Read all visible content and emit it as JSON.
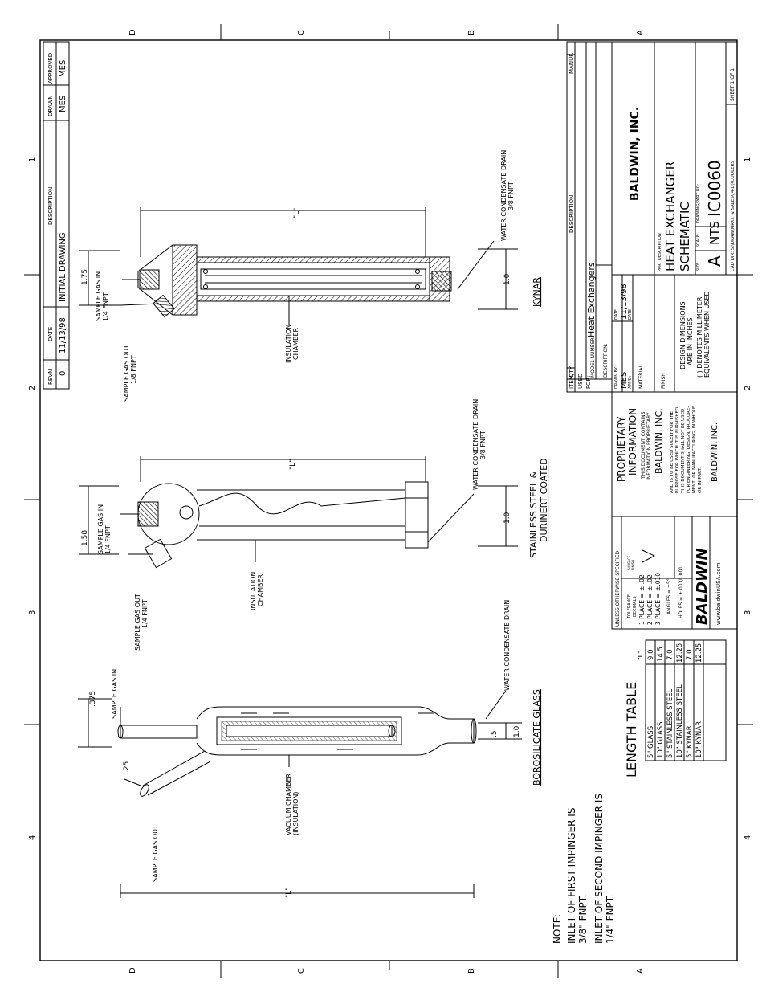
{
  "zones": {
    "border_top": [
      "D",
      "C",
      "B",
      "A"
    ],
    "border_bottom": [
      "D",
      "C",
      "B",
      "A"
    ],
    "border_left": [
      "1",
      "2",
      "3",
      "4"
    ],
    "border_right": [
      "1",
      "2",
      "3",
      "4"
    ]
  },
  "revision_block": {
    "headers": {
      "rev": "REVΝ",
      "date": "DATE",
      "description": "DESCRIPTION",
      "drawn": "DRAWN",
      "approved": "APPROVED"
    },
    "rows": [
      {
        "rev": "0",
        "date": "11/13/98",
        "description": "INITIAL DRAWING",
        "drawn": "MES",
        "approved": "MES"
      }
    ]
  },
  "views": {
    "kynar": {
      "title": "KYNAR",
      "gas_in": [
        "SAMPLE GAS IN",
        "1/4 FNPT"
      ],
      "gas_out": [
        "SAMPLE GAS OUT",
        "1/8 FNPT"
      ],
      "chamber": [
        "INSULATION",
        "CHAMBER"
      ],
      "drain": [
        "WATER CONDENSATE DRAIN",
        "3/8 FNPT"
      ],
      "dim_offset": "1.75",
      "dim_dia": "1.0",
      "dim_length": "\"L\""
    },
    "steel": {
      "title": [
        "STAINLESS STEEL &",
        "DURINERT COATED"
      ],
      "gas_in": [
        "SAMPLE GAS IN",
        "1/4 FNPT"
      ],
      "gas_out": [
        "SAMPLE GAS OUT",
        "1/4 FNPT"
      ],
      "chamber": [
        "INSULATION",
        "CHAMBER"
      ],
      "drain": [
        "WATER CONDENSATE DRAIN",
        "3/8 FNPT"
      ],
      "dim_offset": "1.58",
      "dim_dia": "1.0",
      "dim_length": "\"L\""
    },
    "glass": {
      "title": "BOROSILICATE GLASS",
      "gas_in": "SAMPLE GAS IN",
      "gas_out": "SAMPLE GAS OUT",
      "chamber": [
        "VACUUM CHAMBER",
        "(INSULATION)"
      ],
      "drain": "WATER CONDENSATE DRAIN",
      "dim_inlet": ".375",
      "dim_outlet": ".25",
      "dim_drain": ".5",
      "dim_dia": "1.0",
      "dim_length": "\"L\""
    }
  },
  "length_table": {
    "title": "LENGTH TABLE",
    "header": "\"L\"",
    "rows": [
      {
        "name": "5\" GLASS",
        "value": "9.0"
      },
      {
        "name": "10\" GLASS",
        "value": "14.5"
      },
      {
        "name": "5\" STAINLESS STEEL",
        "value": "7.0"
      },
      {
        "name": "10\" STAINLESS STEEL",
        "value": "12.25"
      },
      {
        "name": "5\" KYNAR",
        "value": "7.0"
      },
      {
        "name": "10\" KYNAR",
        "value": "12.25"
      }
    ]
  },
  "note": {
    "title": "NOTE:",
    "lines": [
      "INLET OF FIRST IMPINGER IS",
      "3/8\" FNPT.",
      "INLET OF SECOND IMPINGER IS",
      "1/4\" FNPT."
    ]
  },
  "tolerance_block": {
    "title": "UNLESS OTHERWISE SPECIFIED",
    "tol_header": [
      "TOLERANCE",
      "DECIMALS"
    ],
    "lines": [
      "1 PLACE = ± .02",
      "2 PLACE = ± .02",
      "3 PLACE = ±.010"
    ],
    "angles": "ANGLES = ±5°",
    "holes": "HOLES = +.003/-.001",
    "finish_note": [
      "SURFACE",
      "FINISH"
    ],
    "logo": "BALDWIN",
    "website": "www.baldwinUSA.com"
  },
  "proprietary": {
    "title": [
      "PROPRIETARY",
      "INFORMATION"
    ],
    "lines": [
      "THIS DOCUMENT CONTAINS",
      "INFORMATION PROPRIETARY"
    ],
    "company": "BALDWIN, INC.",
    "body": [
      "AND IS TO BE USED SOLELY FOR THE",
      "PURPOSE FOR WHICH IT IS FURNISHED",
      "THIS DOCUMENT SHALL NOT BE USED",
      "FOR ENGINEERING, DESIGN, PROCURE-",
      "MENT, OR MANUFACTURING, IN WHOLE",
      "OR IN PART."
    ],
    "footer": "BALDWIN, INC."
  },
  "title_block": {
    "item": "ITEM",
    "qty": "QTY",
    "description_header": "DESCRIPTION",
    "manuf": "MANUF.",
    "used_for": [
      "USED",
      "FOR:"
    ],
    "model_label": "MODEL NUMBER:",
    "model": "Heat Exchangers",
    "description_label": "DESCRIPTION:",
    "drawn_by_label": "DRAWN BY:",
    "drawn_by": "MES",
    "date_label": "DATE",
    "date": "11/13/98",
    "appd_label": "APP'D:",
    "appd_date_label": "DATE",
    "material": "MATERIAL",
    "finish": "FINISH",
    "design_note": [
      "DESIGN DIMENSIONS",
      "ARE IN INCHES",
      "( ) DENOTES MILLIMETER",
      "EQUIVALENTS WHEN USED"
    ],
    "company": "BALDWIN, INC.",
    "part_desc_label": "PART DESCRIPTION",
    "part_desc": [
      "HEAT EXCHANGER",
      "SCHEMATIC"
    ],
    "size_label": "SIZE",
    "size": "A",
    "scale_label": "SCALE:",
    "scale": "NTS",
    "part_no_label": "DRAWING/PART NO:",
    "part_no": "IC0060",
    "cad_dir": "CAD DIR: S:\\DRAW\\MRKT. & SALES\\(4-D)\\COOLERS",
    "sheet": "SHEET  1  OF  1"
  }
}
